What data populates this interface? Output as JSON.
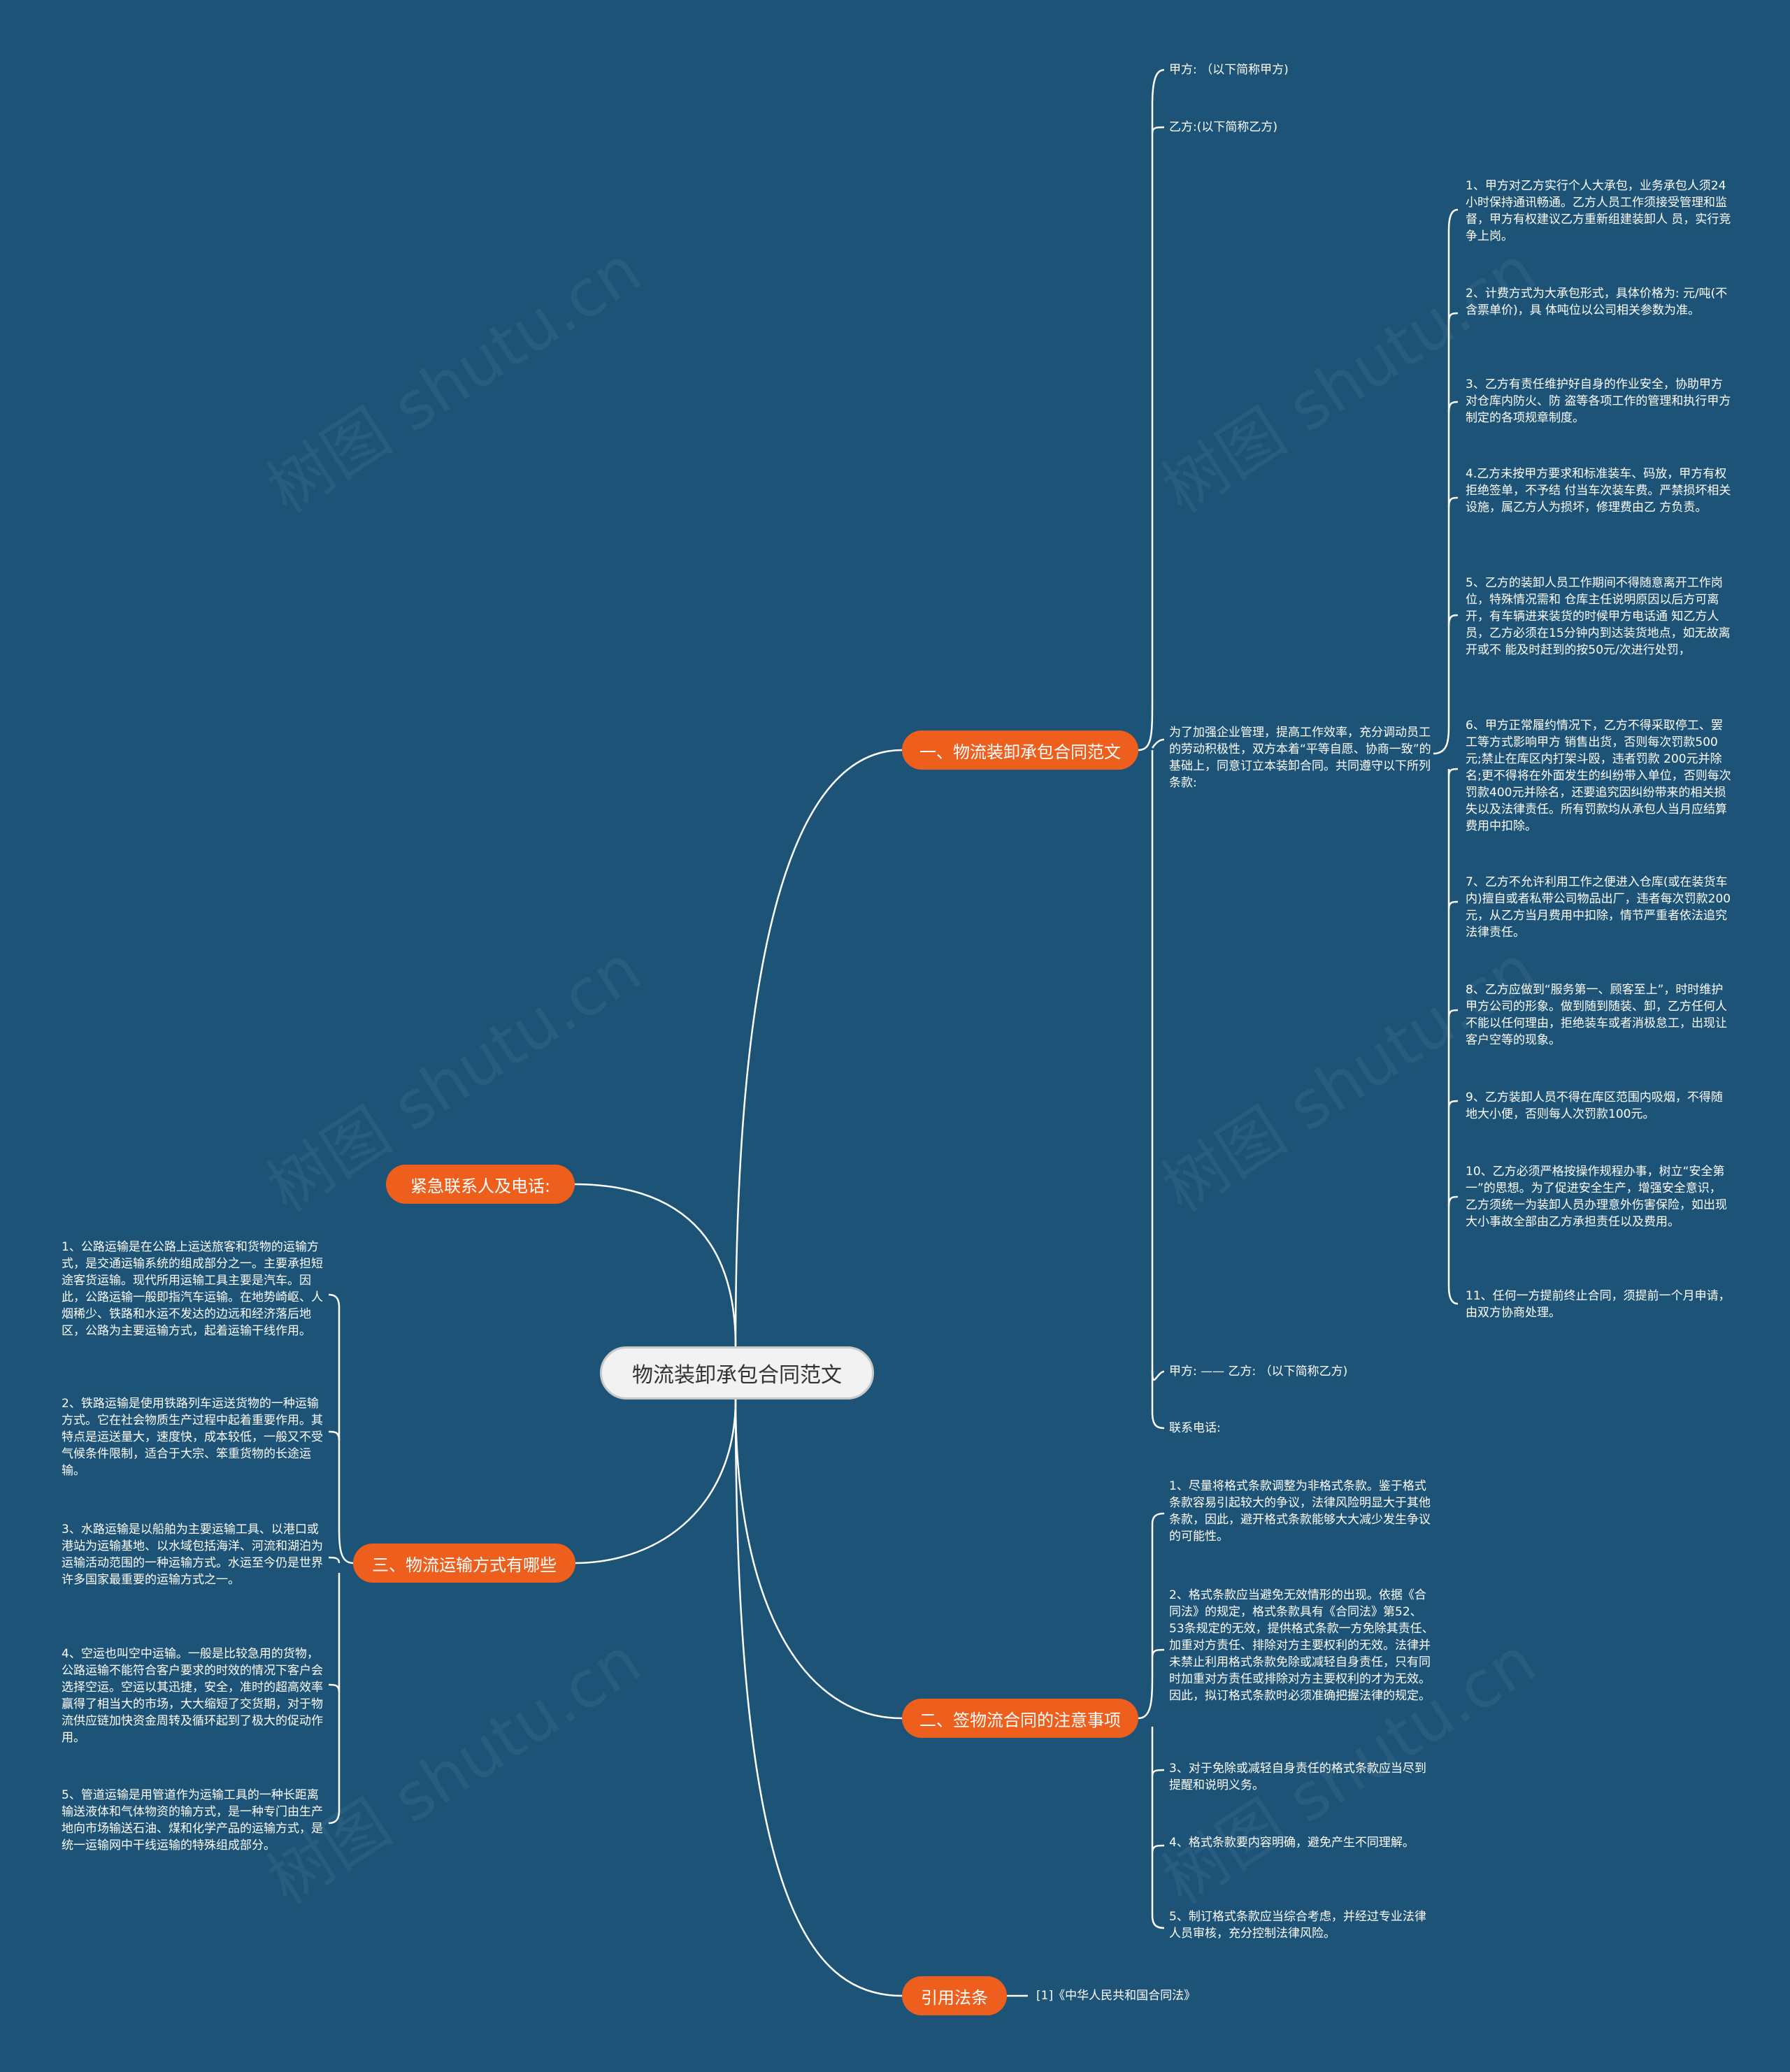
{
  "root": "物流装卸承包合同范文",
  "watermark": "树图 shutu.cn",
  "branches": {
    "b1": "一、物流装卸承包合同范文",
    "b2": "紧急联系人及电话:",
    "b3": "三、物流运输方式有哪些",
    "b4": "二、签物流合同的注意事项",
    "b5": "引用法条"
  },
  "b1_children": {
    "jiafang": "甲方: （以下简称甲方)",
    "yifang": "乙方:(以下简称乙方)",
    "intro": "为了加强企业管理，提高工作效率，充分调动员工的劳动积极性，双方本着“平等自愿、协商一致”的基础上，同意订立本装卸合同。共同遵守以下所列条款:",
    "sign": "甲方: —— 乙方: （以下简称乙方)",
    "phone": "联系电话:"
  },
  "clauses": [
    "1、甲方对乙方实行个人大承包，业务承包人须24小时保持通讯畅通。乙方人员工作须接受管理和监督，甲方有权建议乙方重新组建装卸人 员，实行竞争上岗。",
    "2、计费方式为大承包形式，具体价格为: 元/吨(不含票单价)，具 体吨位以公司相关参数为准。",
    "3、乙方有责任维护好自身的作业安全，协助甲方对仓库内防火、防 盗等各项工作的管理和执行甲方制定的各项规章制度。",
    "4.乙方未按甲方要求和标准装车、码放，甲方有权拒绝签单，不予结 付当车次装车费。严禁损坏相关设施，属乙方人为损坏，修理费由乙 方负责。",
    "5、乙方的装卸人员工作期间不得随意离开工作岗位，特殊情况需和 仓库主任说明原因以后方可离开，有车辆进来装货的时候甲方电话通 知乙方人员，乙方必须在15分钟内到达装货地点，如无故离开或不 能及时赶到的按50元/次进行处罚，",
    "6、甲方正常履约情况下，乙方不得采取停工、罢工等方式影响甲方 销售出货，否则每次罚款500元;禁止在库区内打架斗殴，违者罚款 200元并除名;更不得将在外面发生的纠纷带入单位，否则每次罚款400元并除名，还要追究因纠纷带来的相关损失以及法律责任。所有罚款均从承包人当月应结算费用中扣除。",
    "7、乙方不允许利用工作之便进入仓库(或在装货车内)擅自或者私带公司物品出厂，违者每次罚款200元，从乙方当月费用中扣除，情节严重者依法追究法律责任。",
    "8、乙方应做到“服务第一、顾客至上”，时时维护甲方公司的形象。做到随到随装、卸，乙方任何人不能以任何理由，拒绝装车或者消极怠工，出现让客户空等的现象。",
    "9、乙方装卸人员不得在库区范围内吸烟，不得随地大小便，否则每人次罚款100元。",
    "10、乙方必须严格按操作规程办事，树立“安全第一”的思想。为了促进安全生产，增强安全意识，乙方须统一为装卸人员办理意外伤害保险，如出现大小事故全部由乙方承担责任以及费用。",
    "11、任何一方提前终止合同，须提前一个月申请，由双方协商处理。"
  ],
  "transport": [
    "1、公路运输是在公路上运送旅客和货物的运输方式，是交通运输系统的组成部分之一。主要承担短途客货运输。现代所用运输工具主要是汽车。因此，公路运输一般即指汽车运输。在地势崎岖、人烟稀少、铁路和水运不发达的边远和经济落后地区，公路为主要运输方式，起着运输干线作用。",
    "2、铁路运输是使用铁路列车运送货物的一种运输方式。它在社会物质生产过程中起着重要作用。其特点是运送量大，速度快，成本较低，一般又不受气候条件限制，适合于大宗、笨重货物的长途运输。",
    "3、水路运输是以船舶为主要运输工具、以港口或港站为运输基地、以水域包括海洋、河流和湖泊为运输活动范围的一种运输方式。水运至今仍是世界许多国家最重要的运输方式之一。",
    "4、空运也叫空中运输。一般是比较急用的货物，公路运输不能符合客户要求的时效的情况下客户会选择空运。空运以其迅捷，安全，准时的超高效率赢得了相当大的市场，大大缩短了交货期，对于物流供应链加快资金周转及循环起到了极大的促动作用。",
    "5、管道运输是用管道作为运输工具的一种长距离输送液体和气体物资的输方式，是一种专门由生产地向市场输送石油、煤和化学产品的运输方式，是统一运输网中干线运输的特殊组成部分。"
  ],
  "notes": [
    "1、尽量将格式条款调整为非格式条款。鉴于格式条款容易引起较大的争议，法律风险明显大于其他条款，因此，避开格式条款能够大大减少发生争议的可能性。",
    "2、格式条款应当避免无效情形的出现。依据《合同法》的规定，格式条款具有《合同法》第52、53条规定的无效，提供格式条款一方免除其责任、加重对方责任、排除对方主要权利的无效。法律并未禁止利用格式条款免除或减轻自身责任，只有同时加重对方责任或排除对方主要权利的才为无效。因此，拟订格式条款时必须准确把握法律的规定。",
    "3、对于免除或减轻自身责任的格式条款应当尽到提醒和说明义务。",
    "4、格式条款要内容明确，避免产生不同理解。",
    "5、制订格式条款应当综合考虑，并经过专业法律人员审核，充分控制法律风险。"
  ],
  "law": "[1]《中华人民共和国合同法》"
}
